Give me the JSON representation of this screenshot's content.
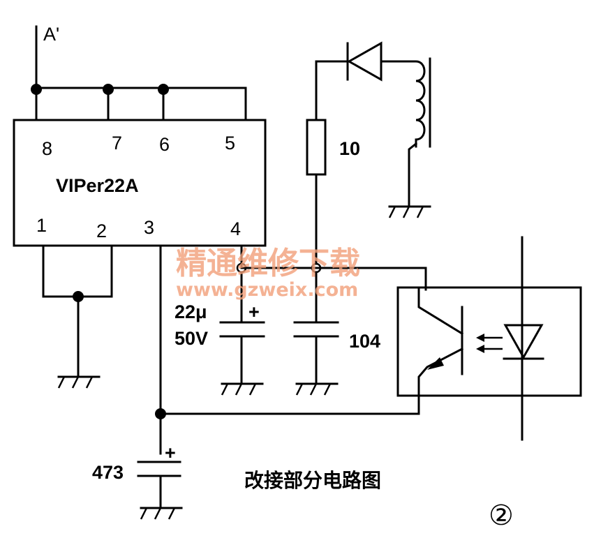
{
  "node_label_a": "A'",
  "ic": {
    "name": "VIPer22A",
    "pins": {
      "p8": "8",
      "p7": "7",
      "p6": "6",
      "p5": "5",
      "p1": "1",
      "p2": "2",
      "p3": "3",
      "p4": "4"
    }
  },
  "resistor_value": "10",
  "capacitor_22u": {
    "line1": "22μ",
    "line2": "50V"
  },
  "capacitor_104": "104",
  "capacitor_473": "473",
  "caption": "改接部分电路图",
  "figure_number": "②",
  "watermark": {
    "line1": "精通维修下载",
    "line2": "www.gzweix.com"
  }
}
